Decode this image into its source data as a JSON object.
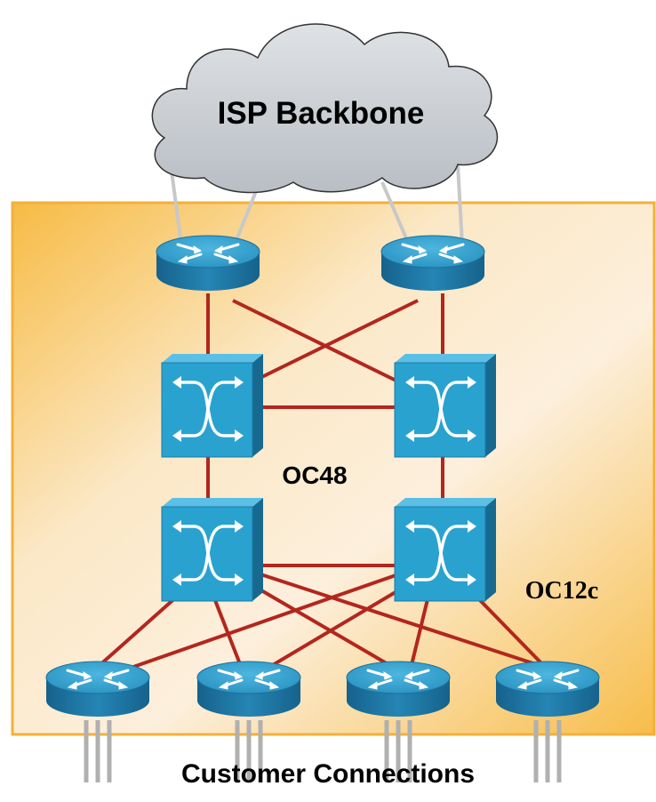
{
  "labels": {
    "backbone": "ISP Backbone",
    "core_link": "OC48",
    "access_link": "OC12c",
    "customers": "Customer Connections"
  },
  "colors": {
    "link": "#b3261e",
    "router_top": "#2f9cc9",
    "router_side": "#1f6e98",
    "switch_face": "#2aa3d0",
    "cloud_fill": "#c9cdd2",
    "panel_light": "#fbeed6",
    "panel_dark": "#f6b740",
    "uplink": "#c8c8c8",
    "drop_line": "#a9a9a9"
  },
  "icons": [
    "cloud-icon",
    "router-icon",
    "atm-switch-icon"
  ]
}
